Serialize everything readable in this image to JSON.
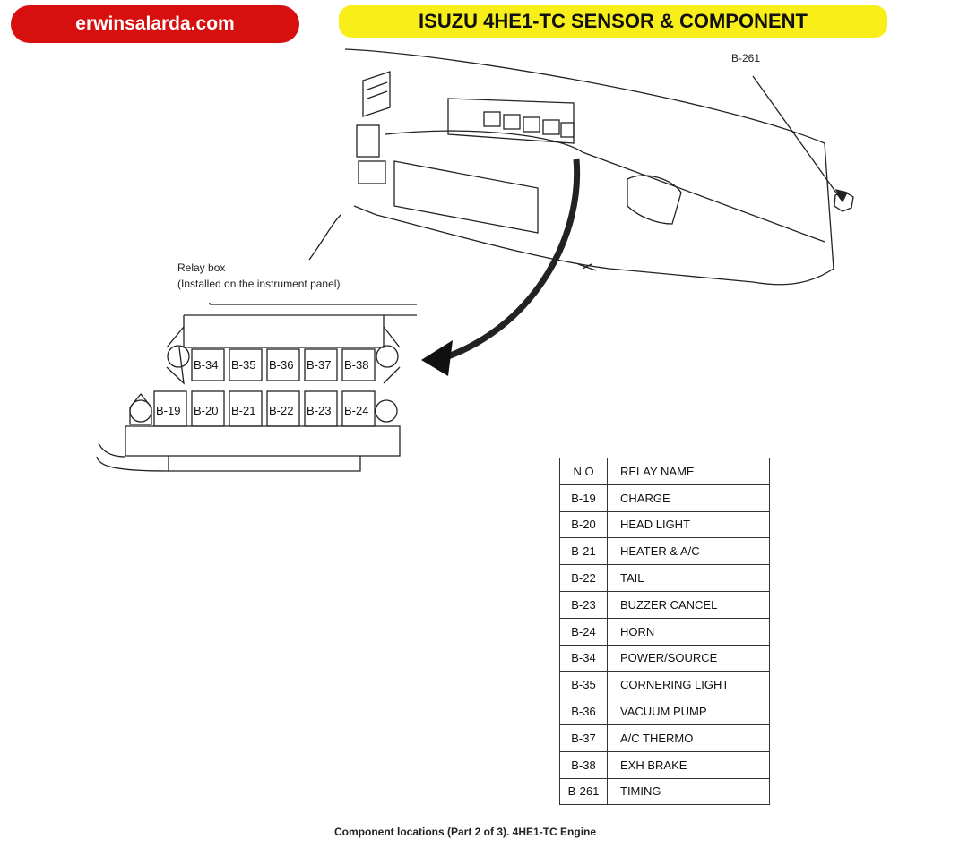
{
  "header": {
    "site": "erwinsalarda.com",
    "title": "ISUZU 4HE1-TC SENSOR & COMPONENT"
  },
  "diagram": {
    "connector_label": "B-261",
    "relay_box_label": "Relay box",
    "relay_box_note": "(Installed on the instrument panel)",
    "top_row": [
      "B-34",
      "B-35",
      "B-36",
      "B-37",
      "B-38"
    ],
    "bottom_row": [
      "B-19",
      "B-20",
      "B-21",
      "B-22",
      "B-23",
      "B-24"
    ]
  },
  "table": {
    "headers": [
      "N O",
      "RELAY NAME"
    ],
    "rows": [
      [
        "B-19",
        "CHARGE"
      ],
      [
        "B-20",
        "HEAD LIGHT"
      ],
      [
        "B-21",
        "HEATER & A/C"
      ],
      [
        "B-22",
        "TAIL"
      ],
      [
        "B-23",
        "BUZZER CANCEL"
      ],
      [
        "B-24",
        "HORN"
      ],
      [
        "B-34",
        "POWER/SOURCE"
      ],
      [
        "B-35",
        "CORNERING LIGHT"
      ],
      [
        "B-36",
        "VACUUM PUMP"
      ],
      [
        "B-37",
        "A/C THERMO"
      ],
      [
        "B-38",
        "EXH BRAKE"
      ],
      [
        "B-261",
        "TIMING"
      ]
    ]
  },
  "caption": "Component locations (Part 2 of 3). 4HE1-TC Engine"
}
